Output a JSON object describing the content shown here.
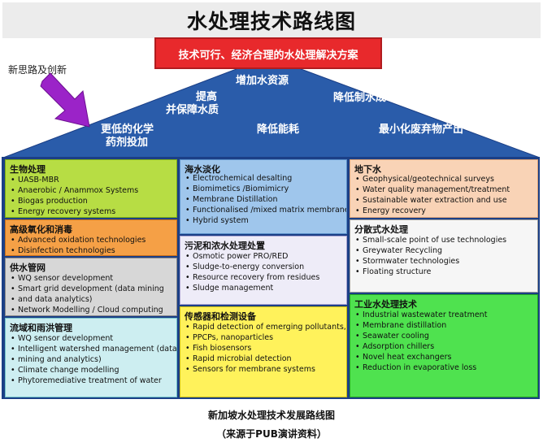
{
  "title": "水处理技术路线图",
  "top_box": "技术可行、经济合理的水处理解决方案",
  "new_ideas": "新思路及创新",
  "roof": {
    "increase_water": "增加水资源",
    "improve_security_1": "提高",
    "improve_security_2": "并保障水质",
    "reduce_cost": "降低制水成本",
    "less_chemicals_1": "更低的化学",
    "less_chemicals_2": "药剂投加",
    "reduce_energy": "降低能耗",
    "min_waste": "最小化废弃物产出"
  },
  "boxes": {
    "bio": {
      "title": "生物处理",
      "items": [
        "UASB-MBR",
        "Anaerobic / Anammox Systems",
        "Biogas production",
        "Energy recovery systems"
      ]
    },
    "aop": {
      "title": "高级氧化和消毒",
      "items": [
        "Advanced oxidation technologies",
        "Disinfection technologies"
      ]
    },
    "supply": {
      "title": "供水管网",
      "items": [
        "WQ sensor development",
        "Smart grid development (data mining",
        "and data analytics)",
        "Network Modelling / Cloud computing"
      ]
    },
    "catchment": {
      "title": "流域和雨洪管理",
      "items": [
        "WQ sensor development",
        "Intelligent watershed management (data",
        "mining and analytics)",
        "Climate change modelling",
        "Phytoremediative treatment of water"
      ]
    },
    "desal": {
      "title": "海水淡化",
      "items": [
        "Electrochemical desalting",
        "Biomimetics /Biomimicry",
        "Membrane Distillation",
        "Functionalised /mixed matrix membrane",
        "Hybrid system"
      ]
    },
    "sludge": {
      "title": "污泥和浓水处理处置",
      "items": [
        "Osmotic power PRO/RED",
        "Sludge-to-energy conversion",
        "Resource recovery from residues",
        "Sludge management"
      ]
    },
    "sensors": {
      "title": "传感器和检测设备",
      "items": [
        "Rapid detection of emerging pollutants,",
        "PPCPs, nanoparticles",
        "Fish biosensors",
        "Rapid microbial detection",
        "Sensors for membrane systems"
      ]
    },
    "ground": {
      "title": "地下水",
      "items": [
        "Geophysical/geotechnical surveys",
        "Water quality management/treatment",
        "Sustainable water extraction and use",
        "Energy recovery"
      ]
    },
    "decentral": {
      "title": "分散式水处理",
      "items": [
        "Small-scale point of use technologies",
        "Greywater Recycling",
        "Stormwater technologies",
        "Floating structure"
      ]
    },
    "industrial": {
      "title": "工业水处理技术",
      "items": [
        "Industrial wastewater treatment",
        "Membrane distillation",
        "Seawater cooling",
        "Adsorption chillers",
        "Novel heat exchangers",
        "Reduction in evaporative loss"
      ]
    }
  },
  "caption_1": "新加坡水处理技术发展路线图",
  "caption_2": "（来源于PUB演讲资料）",
  "colors": {
    "roof": "#2a5caa",
    "top_box": "#e8292c",
    "arrow": "#9b23c8",
    "frame": "#1b3f86"
  }
}
